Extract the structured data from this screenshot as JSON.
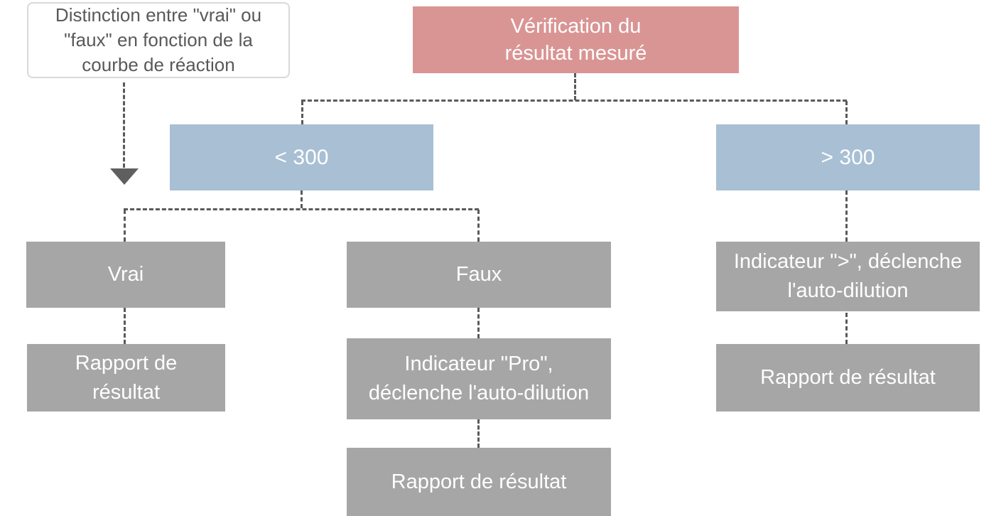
{
  "diagram": {
    "note": {
      "text": "Distinction entre \"vrai\" ou\n\"faux\" en fonction de la\ncourbe de réaction"
    },
    "root": {
      "label": "Vérification du\nrésultat mesuré"
    },
    "branch_left": {
      "label": "< 300"
    },
    "branch_right": {
      "label": "> 300"
    },
    "vrai": {
      "label": "Vrai"
    },
    "faux": {
      "label": "Faux"
    },
    "indicateur_sup": {
      "label": "Indicateur \">\", déclenche\nl'auto-dilution"
    },
    "rapport_left": {
      "label": "Rapport de\nrésultat"
    },
    "indicateur_pro": {
      "label": "Indicateur \"Pro\",\ndéclenche l'auto-dilution"
    },
    "rapport_right": {
      "label": "Rapport de résultat"
    },
    "rapport_bottom": {
      "label": "Rapport de résultat"
    },
    "colors": {
      "root_fill": "#d99594",
      "branch_fill": "#a8bfd4",
      "node_fill": "#a6a6a6",
      "connector": "#5a5a5a",
      "note_border": "#d9d9d9",
      "note_text": "#595959",
      "box_text": "#ffffff"
    }
  }
}
